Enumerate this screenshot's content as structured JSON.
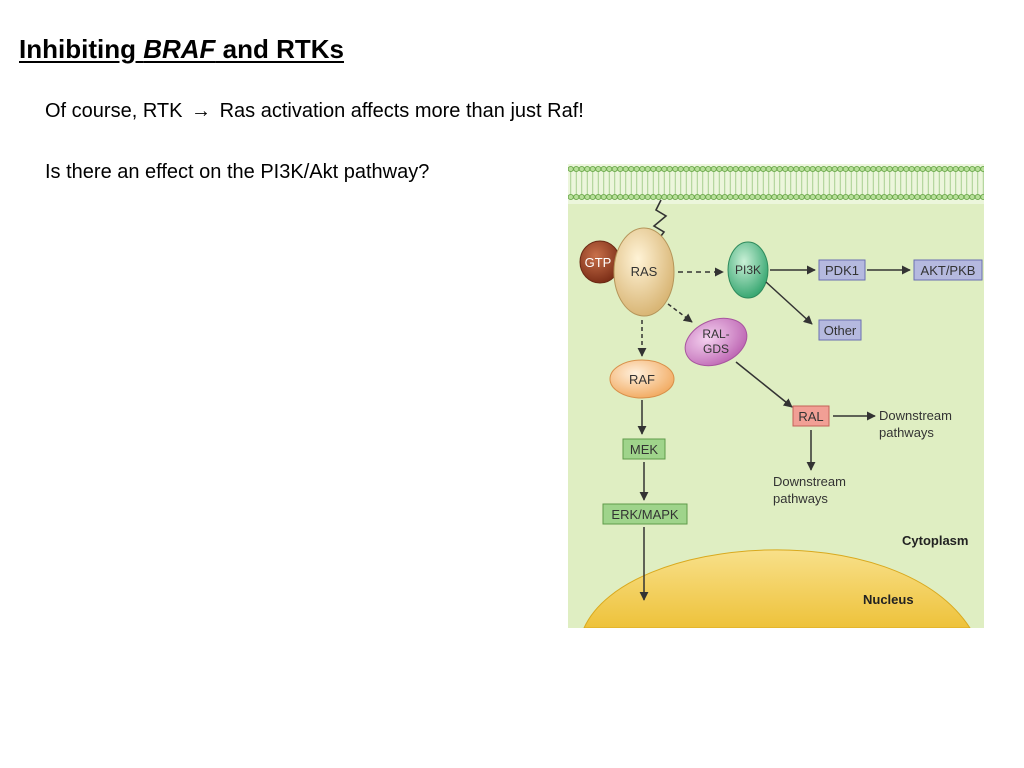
{
  "slide": {
    "title_part1": "Inhibiting ",
    "title_italic": "BRAF",
    "title_part2": " and RTKs",
    "line1_before": "Of course, RTK",
    "line1_arrow": "→",
    "line1_after": "Ras activation affects more than just Raf!",
    "line2": "Is there an effect on the PI3K/Akt pathway?"
  },
  "diagram": {
    "nodes": {
      "gtp": "GTP",
      "ras": "RAS",
      "pi3k": "PI3K",
      "ralgds_line1": "RAL-",
      "ralgds_line2": "GDS",
      "raf": "RAF",
      "mek": "MEK",
      "erk": "ERK/MAPK",
      "pdk1": "PDK1",
      "akt": "AKT/PKB",
      "other": "Other",
      "ral": "RAL"
    },
    "labels": {
      "downstream1_line1": "Downstream",
      "downstream1_line2": "pathways",
      "downstream2_line1": "Downstream",
      "downstream2_line2": "pathways",
      "cytoplasm": "Cytoplasm",
      "nucleus": "Nucleus"
    },
    "colors": {
      "cytoplasm_bg": "#dfeec2",
      "membrane": "#8cc85a",
      "nucleus": "#f4d35e",
      "gtp": "#9c4a2c",
      "ras": "#e6cf9a",
      "pi3k": "#5fbf8c",
      "ralgds": "#d48fcc",
      "raf": "#f8c48c",
      "green_box": "#9fd48b",
      "blue_box": "#b5b9df",
      "ral_box": "#f19f95"
    }
  }
}
